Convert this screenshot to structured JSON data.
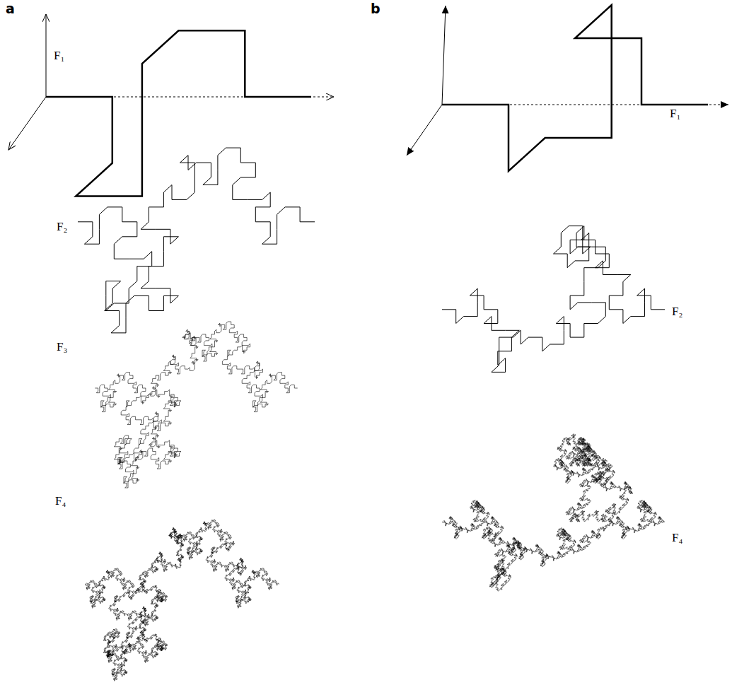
{
  "diagram": {
    "labels": [
      "a",
      "F₁",
      "F₂",
      "F₃",
      "F₄",
      "b",
      "F₁",
      "F₂",
      "F₄"
    ]
  }
}
